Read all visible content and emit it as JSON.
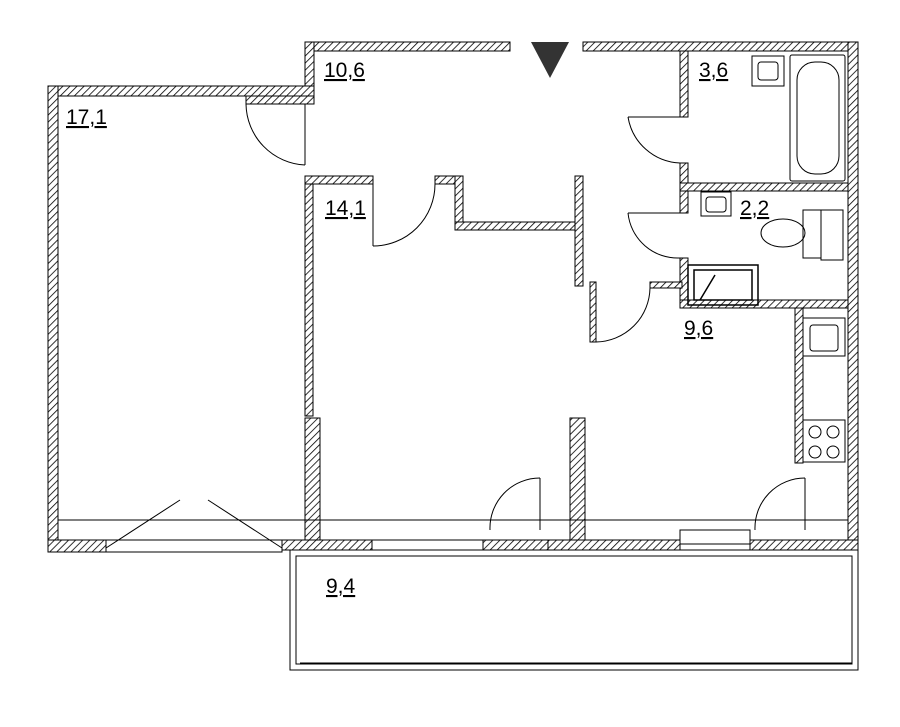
{
  "rooms": {
    "living_room": {
      "area": "17,1"
    },
    "hall": {
      "area": "10,6"
    },
    "bathroom": {
      "area": "3,6"
    },
    "bedroom": {
      "area": "14,1"
    },
    "toilet": {
      "area": "2,2"
    },
    "kitchen": {
      "area": "9,6"
    },
    "balcony": {
      "area": "9,4"
    }
  },
  "colors": {
    "wall_hatch": "#000000",
    "background": "#ffffff",
    "entrance_marker": "#333333"
  }
}
